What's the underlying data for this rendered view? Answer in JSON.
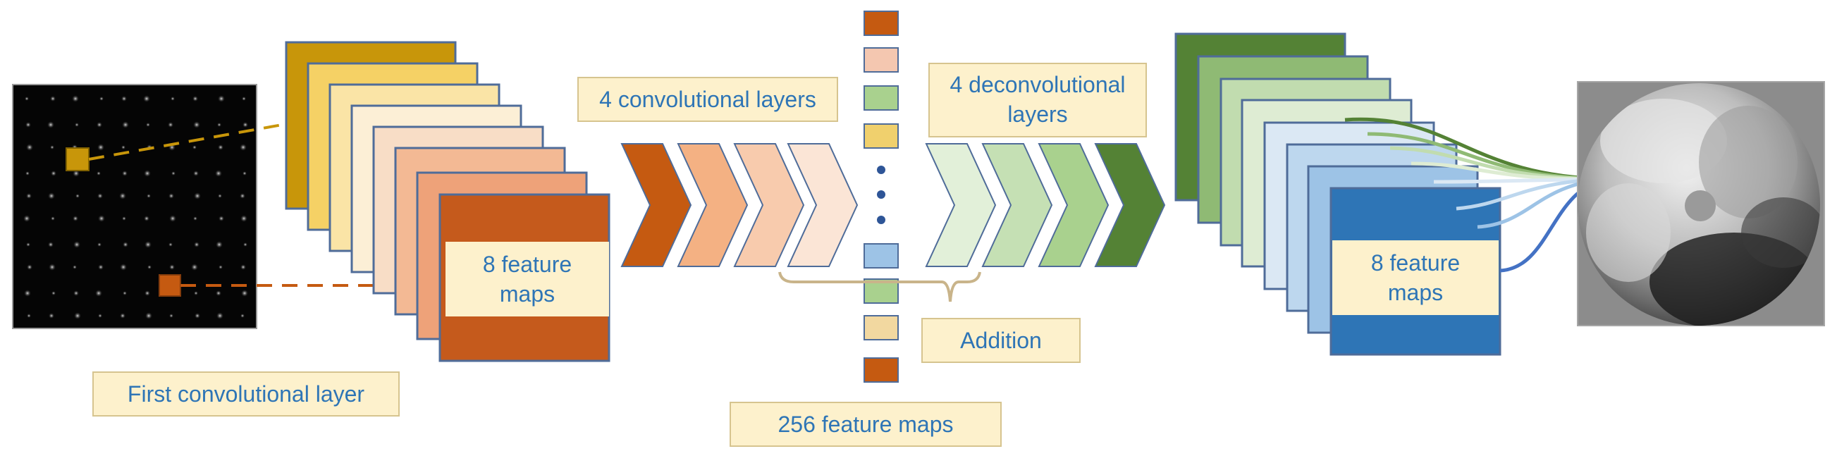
{
  "labels": {
    "first_conv_layer": "First convolutional layer",
    "conv_layers": "4 convolutional layers",
    "deconv_layers_line1": "4 deconvolutional",
    "deconv_layers_line2": "layers",
    "feature_maps_in_line1": "8 feature",
    "feature_maps_in_line2": "maps",
    "feature_maps_out_line1": "8 feature",
    "feature_maps_out_line2": "maps",
    "addition": "Addition",
    "feature_maps_256": "256 feature maps"
  },
  "colors": {
    "label_text": "#2e75b6",
    "label_box_fill": "#fdf1cc",
    "label_box_stroke": "#d6c48f",
    "input_stack": [
      "#c8960a",
      "#f5d165",
      "#fae4a6",
      "#fcefd6",
      "#f8ddc6",
      "#f3b994",
      "#eea279",
      "#c55a1c"
    ],
    "output_stack": [
      "#548235",
      "#8fba74",
      "#c1dcaf",
      "#deecd3",
      "#dbe8f4",
      "#bdd7ee",
      "#9dc3e6",
      "#2e75b6"
    ],
    "encoder_chevrons": [
      "#c55a11",
      "#f4b183",
      "#f8cbad",
      "#fbe5d6"
    ],
    "decoder_chevrons": [
      "#e2f0d9",
      "#c5e0b4",
      "#a9d18e",
      "#548235"
    ],
    "feature_column": [
      "#c55a11",
      "#f4c7b0",
      "#a9d18e",
      "#f0d06d",
      "#9dc3e6",
      "#a9d18e",
      "#f2d8a0",
      "#c55a11"
    ]
  }
}
